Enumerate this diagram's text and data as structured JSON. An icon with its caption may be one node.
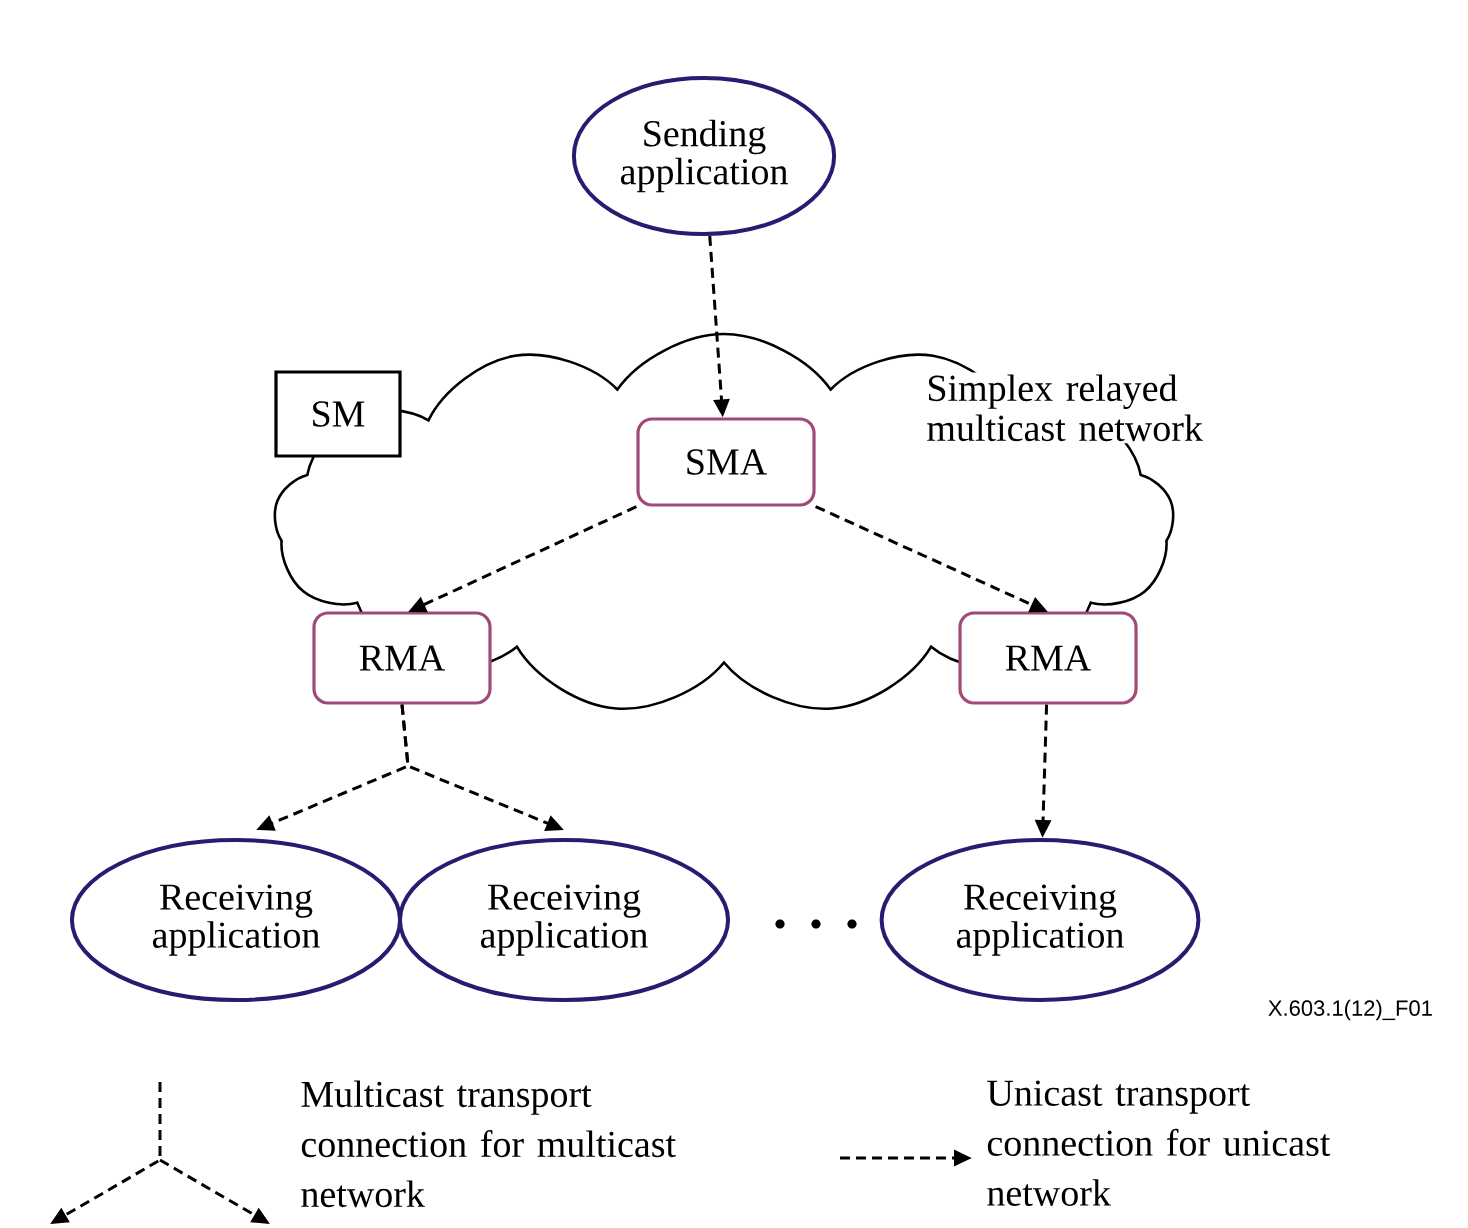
{
  "diagram": {
    "nodes": [
      {
        "text": [
          "Sending application"
        ]
      },
      {
        "text": [
          "Simplex relayed multicast network"
        ]
      },
      {
        "text": [
          "SM"
        ]
      },
      {
        "text": [
          "SMA"
        ],
        "in": 1
      },
      {
        "text": [
          "RMA"
        ]
      },
      {
        "text": [
          "RMA"
        ]
      },
      {
        "text": [
          "Receiving application"
        ]
      },
      {
        "text": [
          "Receiving application"
        ]
      },
      {
        "text": [
          "Receiving application"
        ]
      }
    ],
    "edges": [
      {
        "from": 0,
        "to": 3,
        "arrow": "to"
      },
      {
        "from": 3,
        "to": 4,
        "arrow": "to"
      },
      {
        "from": 3,
        "to": 5,
        "arrow": "to"
      },
      {
        "from": 4,
        "to": 6,
        "arrow": "to"
      },
      {
        "from": 4,
        "to": 7,
        "arrow": "to"
      },
      {
        "from": 5,
        "to": 8,
        "arrow": "to"
      }
    ],
    "labels": [
      "X.603.1(12)_F01"
    ],
    "legend": [
      {
        "text": "Multicast transport connection for multicast network"
      },
      {
        "text": "Unicast transport connection for unicast network"
      }
    ]
  }
}
